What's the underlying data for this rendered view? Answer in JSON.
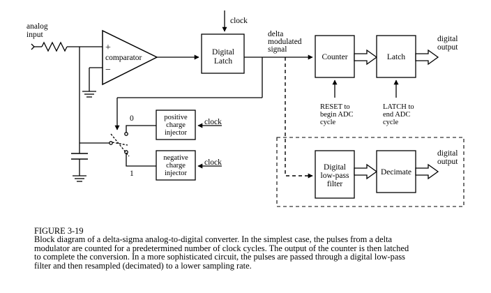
{
  "diagram": {
    "analog_input": [
      "analog",
      "input"
    ],
    "comparator": {
      "plus": "+",
      "label": "comparator",
      "minus": "−"
    },
    "digital_latch": [
      "Digital",
      "Latch"
    ],
    "clock": "clock",
    "delta_signal": [
      "delta",
      "modulated",
      "signal"
    ],
    "counter": "Counter",
    "latch": "Latch",
    "digital_output": [
      "digital",
      "output"
    ],
    "reset_note": [
      "RESET to",
      "begin ADC",
      "cycle"
    ],
    "latch_note": [
      "LATCH to",
      "end ADC",
      "cycle"
    ],
    "switch_0": "0",
    "switch_1": "1",
    "positive_injector": [
      "positive",
      "charge",
      "injector"
    ],
    "negative_injector": [
      "negative",
      "charge",
      "injector"
    ],
    "lowpass": [
      "Digital",
      "low-pass",
      "filter"
    ],
    "decimate": "Decimate"
  },
  "caption": {
    "title": "FIGURE 3-19",
    "lines": [
      "Block diagram of a delta-sigma analog-to-digital converter.  In the simplest case, the pulses from a delta",
      "modulator are counted for a predetermined number of clock cycles.  The output of the counter is then latched",
      "to complete the conversion.  In a more sophisticated circuit, the pulses are passed through a digital low-pass",
      "filter and then resampled (decimated) to a lower sampling rate."
    ]
  }
}
